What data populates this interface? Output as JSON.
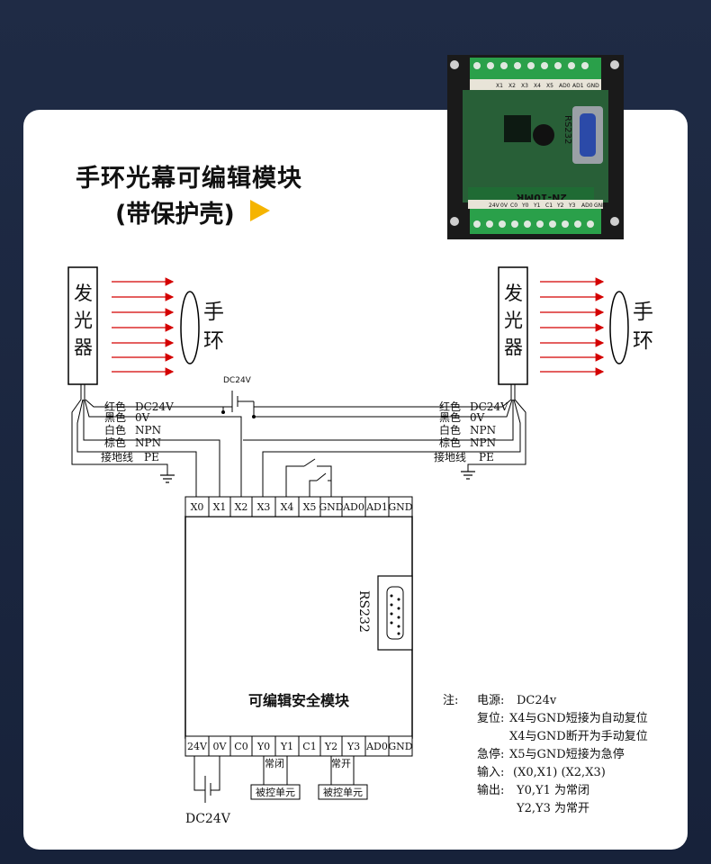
{
  "header": {
    "title": "手环光幕可编辑模块",
    "subtitle": "(带保护壳)"
  },
  "product_photo": {
    "board_model": "2N-10MR",
    "port_label": "RS232",
    "top_pins": [
      "X1",
      "X2",
      "X3",
      "X4",
      "X5",
      "AD0",
      "AD1",
      "GND"
    ],
    "bottom_pins": [
      "24V",
      "0V",
      "C0",
      "Y0",
      "Y1",
      "C1",
      "Y2",
      "Y3",
      "AD0",
      "GND"
    ]
  },
  "emitters": [
    {
      "label": "发光器",
      "band_label": "手环"
    },
    {
      "label": "发光器",
      "band_label": "手环"
    }
  ],
  "wiring": {
    "left": [
      {
        "color": "红色",
        "signal": "DC24V"
      },
      {
        "color": "黑色",
        "signal": "0V"
      },
      {
        "color": "白色",
        "signal": "NPN"
      },
      {
        "color": "棕色",
        "signal": "NPN"
      },
      {
        "color": "接地线",
        "signal": "PE"
      }
    ],
    "right": [
      {
        "color": "红色",
        "signal": "DC24V"
      },
      {
        "color": "黑色",
        "signal": "0V"
      },
      {
        "color": "白色",
        "signal": "NPN"
      },
      {
        "color": "棕色",
        "signal": "NPN"
      },
      {
        "color": "接地线",
        "signal": "PE"
      }
    ],
    "supply_label": "DC24V"
  },
  "module": {
    "name": "可编辑安全模块",
    "rs232_label": "RS232",
    "top_terminals": [
      "X0",
      "X1",
      "X2",
      "X3",
      "X4",
      "X5",
      "GND",
      "AD0",
      "AD1",
      "GND"
    ],
    "bottom_terminals": [
      "24V",
      "0V",
      "C0",
      "Y0",
      "Y1",
      "C1",
      "Y2",
      "Y3",
      "AD0",
      "GND"
    ],
    "power_label": "DC24V",
    "nc_label": "常闭",
    "no_label": "常开",
    "controlled_unit_1": "被控单元",
    "controlled_unit_2": "被控单元"
  },
  "notes": {
    "title": "注:",
    "lines": [
      {
        "key": "电源:",
        "text": "DC24v"
      },
      {
        "key": "复位:",
        "text": "X4与GND短接为自动复位"
      },
      {
        "key": "",
        "text": "X4与GND断开为手动复位"
      },
      {
        "key": "急停:",
        "text": "X5与GND短接为急停"
      },
      {
        "key": "输入:",
        "text": "(X0,X1) (X2,X3)"
      },
      {
        "key": "输出:",
        "text": "Y0,Y1 为常闭"
      },
      {
        "key": "",
        "text": "Y2,Y3 为常开"
      }
    ]
  },
  "colors": {
    "background": "#1c2740",
    "card": "#ffffff",
    "arrow": "#d40000",
    "accent_triangle": "#f5b400",
    "board_green": "#1f6b34"
  }
}
